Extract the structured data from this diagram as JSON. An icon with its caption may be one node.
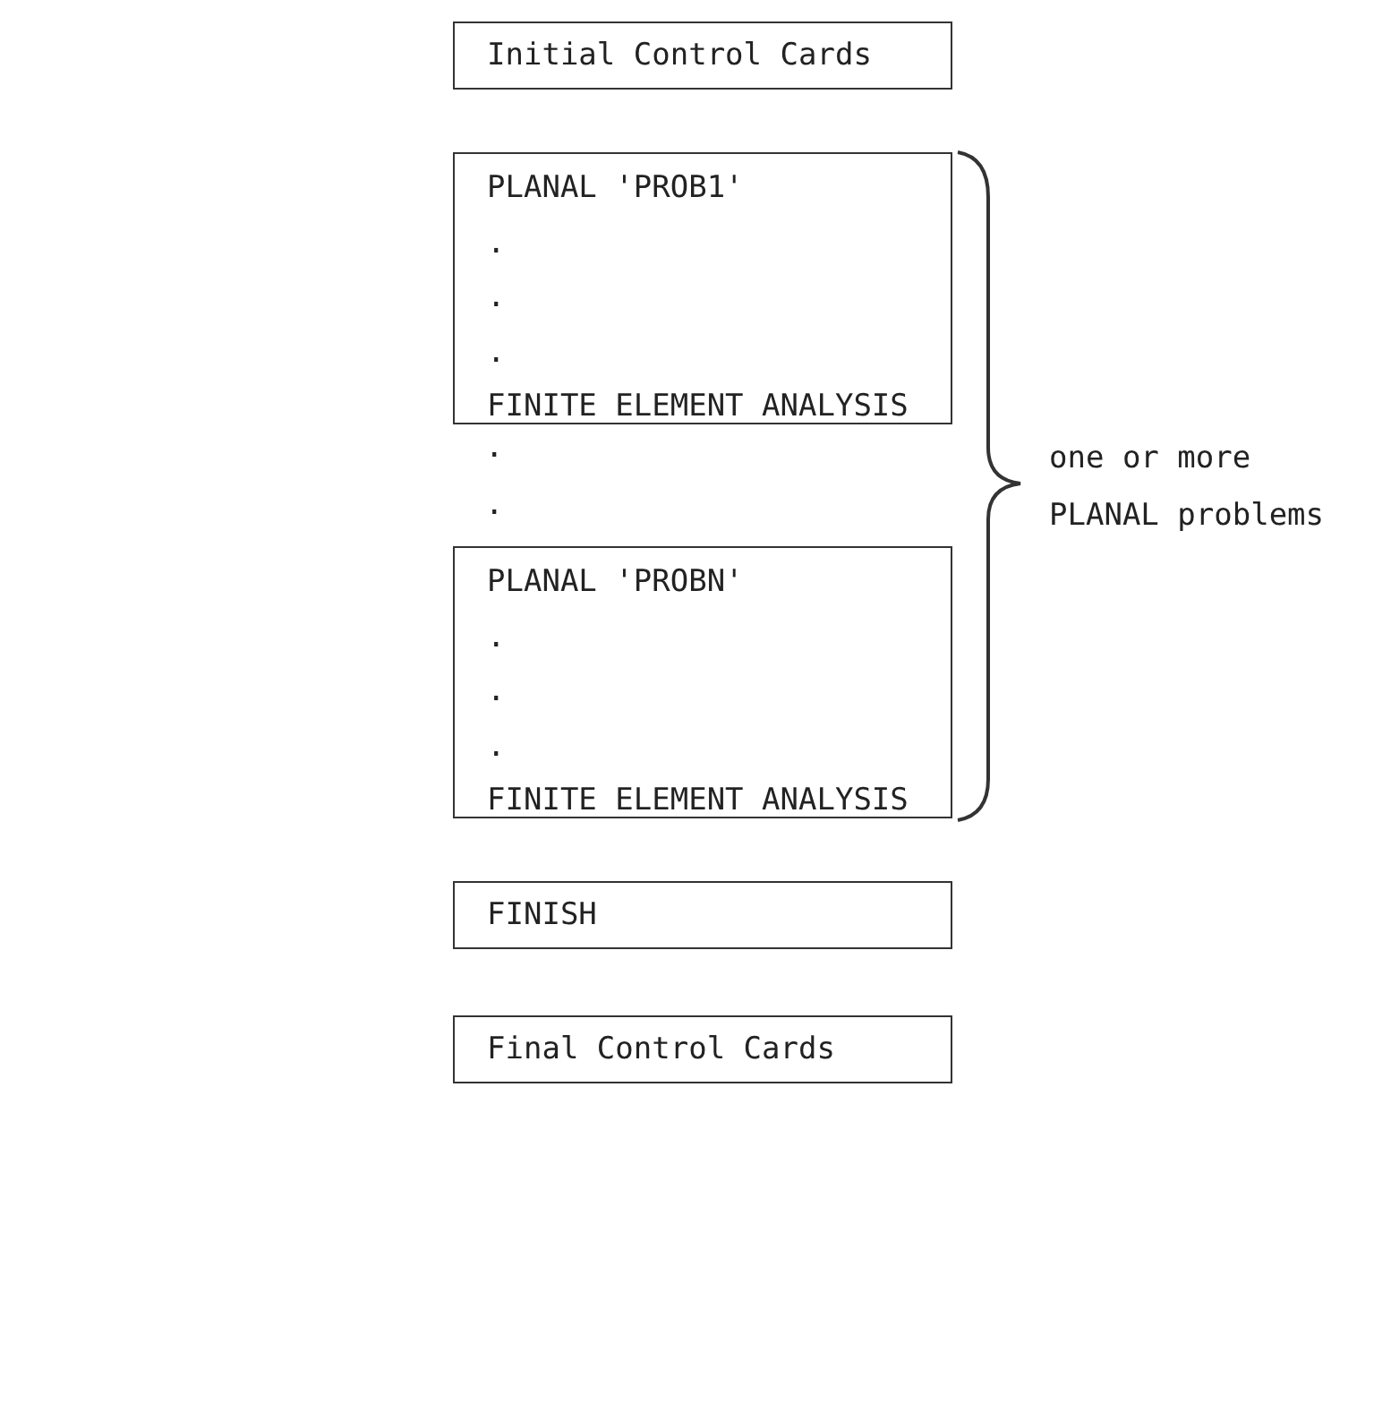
{
  "diagram": {
    "nodes": [
      {
        "text": [
          "Initial Control Cards"
        ]
      },
      {
        "text": [
          "PLANAL 'PROB1'",
          ".",
          ".",
          ".",
          "FINITE ELEMENT ANALYSIS"
        ]
      },
      {
        "text": [
          "PLANAL 'PROBN'",
          ".",
          ".",
          ".",
          "FINITE ELEMENT ANALYSIS"
        ]
      },
      {
        "text": [
          "FINISH"
        ]
      },
      {
        "text": [
          "Final Control Cards"
        ]
      }
    ],
    "edges": [],
    "labels": [
      ".",
      ".",
      "one or more",
      "PLANAL problems"
    ]
  }
}
